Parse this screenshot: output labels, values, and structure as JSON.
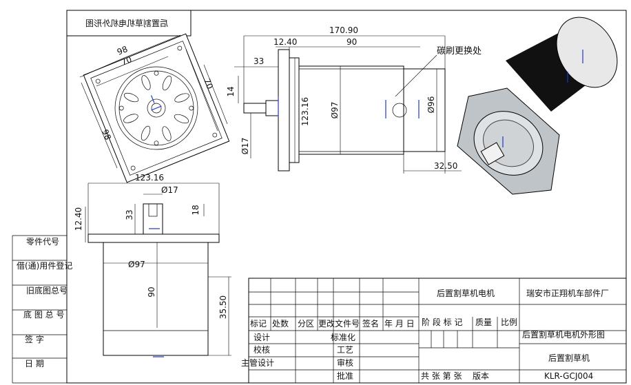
{
  "header_note": "后置割草机电机外形图",
  "callout": "碳刷更换处",
  "dimensions": {
    "flange_outer": "98",
    "flange_holes": "70",
    "flange_holes_side": "70",
    "flange_outer_side": "98",
    "total_length": "170.90",
    "flange_thickness": "12.40",
    "body_length": "90",
    "shaft_length": "33",
    "shaft_key": "14",
    "shaft_dia": "Ø17",
    "pilot_dia": "123.16",
    "body_dia": "Ø97",
    "end_dia": "Ø96",
    "end_length": "32.50",
    "top_flange_width": "123.16",
    "top_shaft_dia": "Ø17",
    "top_key": "18",
    "top_shaft_len": "33",
    "top_flange_thk": "12.40",
    "top_body_dia": "Ø97",
    "top_body_len": "90",
    "top_end_len": "35.50"
  },
  "side_labels": [
    "零件代号",
    "借(通)用件登记",
    "旧底图总号",
    "底 图 总 号",
    "签 字",
    "日 期"
  ],
  "title_block": {
    "product_name": "后置割草机电机",
    "company": "瑞安市正翔机车部件厂",
    "drawing_name": "后置割草机电机外形图",
    "sub_name": "后置割草机",
    "drawing_no": "KLR-GCJ004",
    "rev_headers": [
      "标记",
      "处数",
      "分区",
      "更改文件号",
      "签名",
      "年 月 日"
    ],
    "stage_headers": [
      "阶 段 标 记",
      "质量",
      "比例"
    ],
    "sign_rows_left": [
      "设计",
      "校核",
      "主管设计"
    ],
    "sign_rows_mid": [
      "标准化",
      "工艺",
      "审核",
      "批准"
    ],
    "sheet_info": "共 张 第 张",
    "version": "版本"
  }
}
